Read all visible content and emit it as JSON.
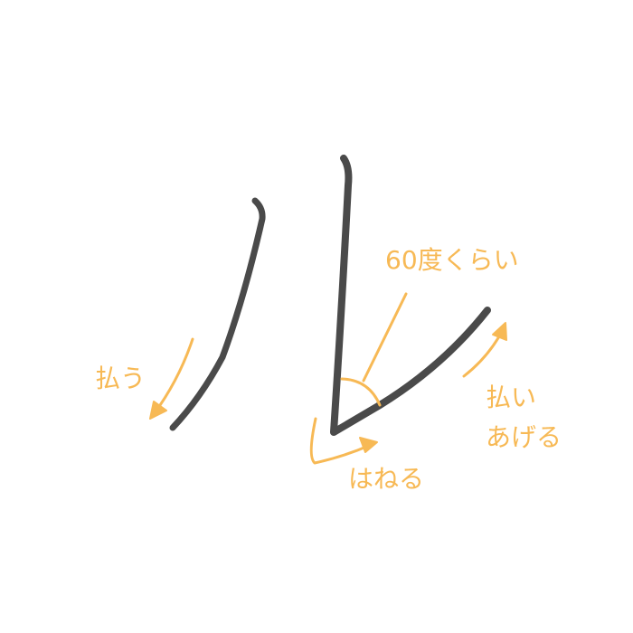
{
  "colors": {
    "stroke": "#4a4a4a",
    "annotation": "#f7b955"
  },
  "labels": {
    "harau": "払う",
    "angle": "60度くらい",
    "harai_ageru_line1": "払い",
    "harai_ageru_line2": "あげる",
    "haneru": "はねる"
  },
  "strokes": [
    {
      "name": "left-stroke",
      "technique": "払う"
    },
    {
      "name": "right-stroke",
      "technique": "はねる / 払いあげる"
    }
  ],
  "angle_degrees": 60
}
